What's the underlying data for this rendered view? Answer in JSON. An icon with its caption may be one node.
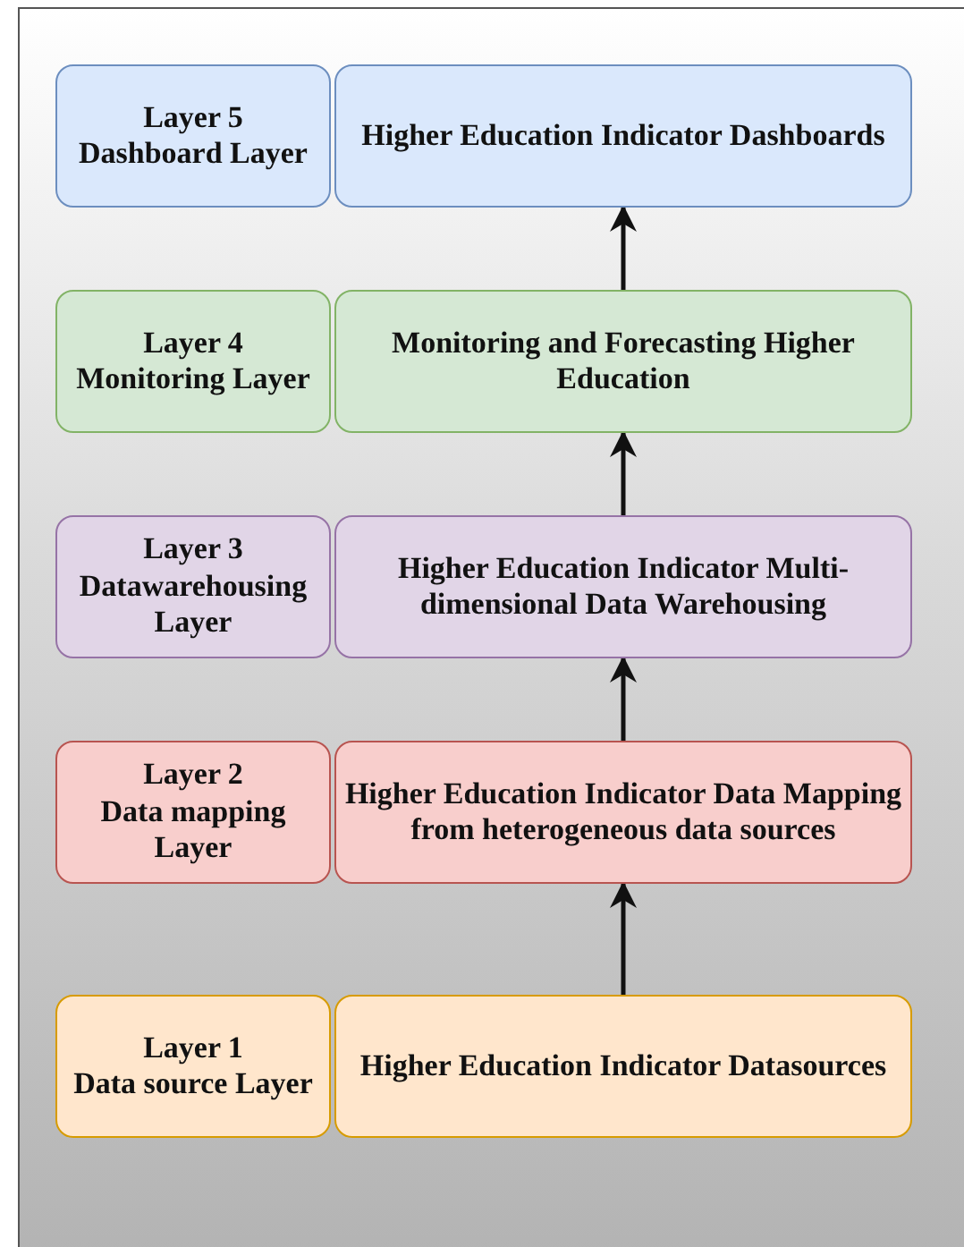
{
  "diagram": {
    "nodes": [
      {
        "text": [
          "Layer 5",
          "Dashboard Layer"
        ]
      },
      {
        "text": [
          "Higher Education Indicator Dashboards"
        ]
      },
      {
        "text": [
          "Layer 4",
          "Monitoring Layer"
        ]
      },
      {
        "text": [
          "Monitoring and Forecasting Higher Education"
        ]
      },
      {
        "text": [
          "Layer 3",
          "Datawarehousing Layer"
        ]
      },
      {
        "text": [
          "Higher Education Indicator Multi-dimensional Data Warehousing"
        ]
      },
      {
        "text": [
          "Layer 2",
          "Data mapping Layer"
        ]
      },
      {
        "text": [
          "Higher Education Indicator Data Mapping from heterogeneous data sources"
        ]
      },
      {
        "text": [
          "Layer 1",
          "Data source Layer"
        ]
      },
      {
        "text": [
          "Higher Education Indicator Datasources"
        ]
      }
    ],
    "edges": [
      {
        "from": 9,
        "to": 7,
        "arrow": "to"
      },
      {
        "from": 7,
        "to": 5,
        "arrow": "to"
      },
      {
        "from": 5,
        "to": 3,
        "arrow": "to"
      },
      {
        "from": 3,
        "to": 1,
        "arrow": "to"
      }
    ]
  }
}
